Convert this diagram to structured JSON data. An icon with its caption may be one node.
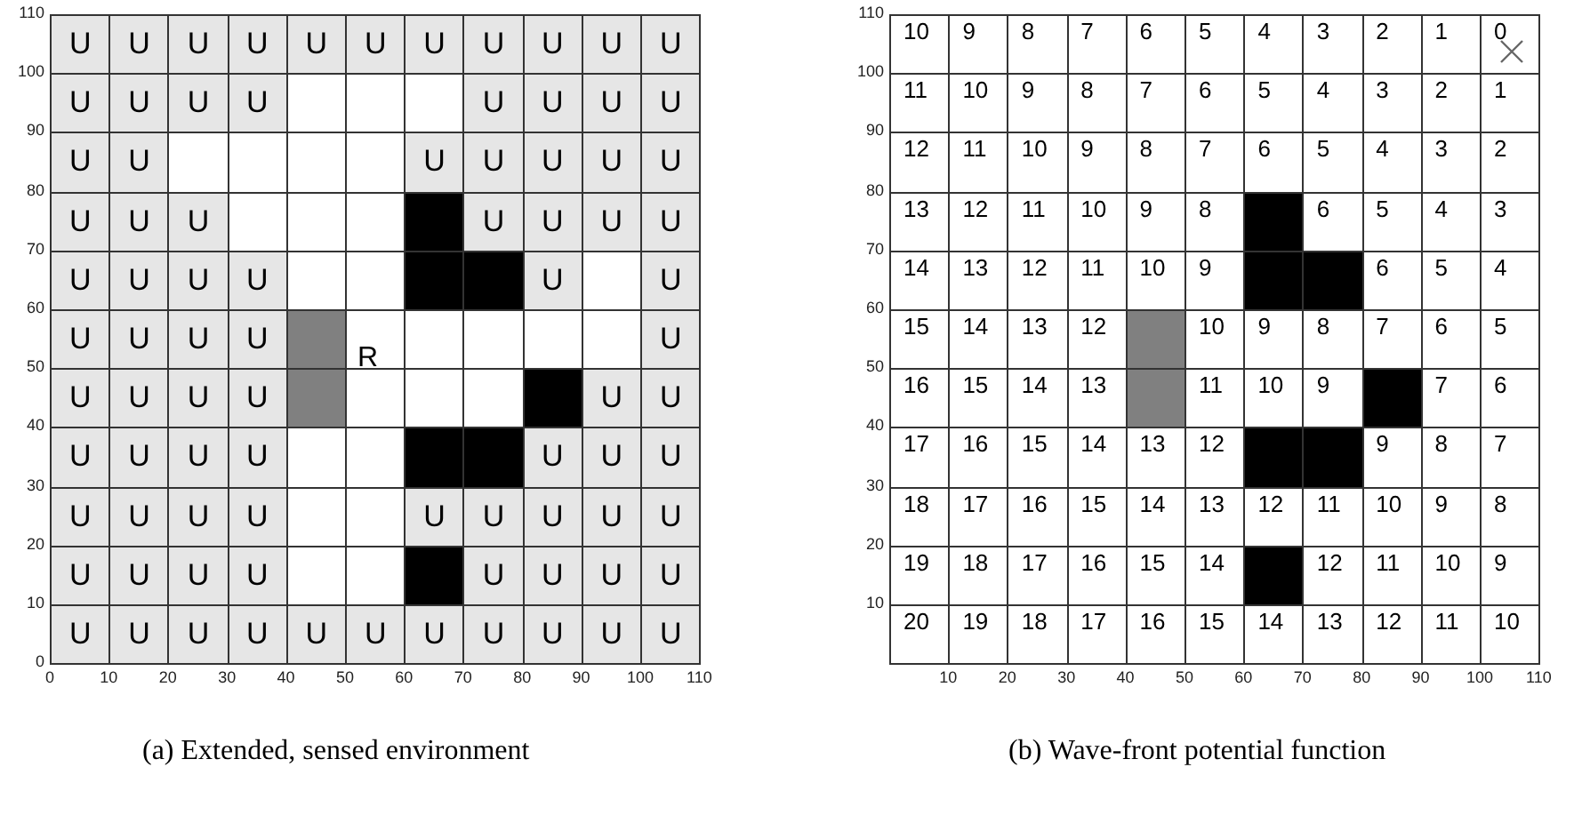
{
  "diagram": {
    "labels": [
      "110",
      "100",
      "90",
      "80",
      "70",
      "60",
      "50",
      "40",
      "30",
      "20",
      "10",
      "0",
      "U",
      "U",
      "U",
      "U",
      "U",
      "U",
      "U",
      "U",
      "U",
      "U",
      "U",
      "U",
      "U",
      "U",
      "U",
      "U",
      "U",
      "U",
      "U",
      "U",
      "U",
      "U",
      "U",
      "U",
      "U",
      "U",
      "U",
      "U",
      "U",
      "U",
      "U",
      "U",
      "U",
      "U",
      "U",
      "U",
      "U",
      "U",
      "U",
      "U",
      "U",
      "U",
      "U",
      "U",
      "U",
      "U",
      "U",
      "U",
      "U",
      "U",
      "U",
      "U",
      "U",
      "U",
      "U",
      "U",
      "U",
      "U",
      "U",
      "U",
      "U",
      "U",
      "U",
      "U",
      "U",
      "U",
      "U",
      "U",
      "U",
      "U",
      "U",
      "U",
      "U",
      "U",
      "U",
      "U",
      "U",
      "U",
      "U",
      "U",
      "U",
      "U",
      "U",
      "U",
      "U",
      "R",
      "0",
      "10",
      "20",
      "30",
      "40",
      "50",
      "60",
      "70",
      "80",
      "90",
      "100",
      "110",
      "110",
      "100",
      "90",
      "80",
      "70",
      "60",
      "50",
      "40",
      "30",
      "20",
      "10",
      "10",
      "9",
      "8",
      "7",
      "6",
      "5",
      "4",
      "3",
      "2",
      "1",
      "0",
      "11",
      "10",
      "9",
      "8",
      "7",
      "6",
      "5",
      "4",
      "3",
      "2",
      "1",
      "12",
      "11",
      "10",
      "9",
      "8",
      "7",
      "6",
      "5",
      "4",
      "3",
      "2",
      "13",
      "12",
      "11",
      "10",
      "9",
      "8",
      "6",
      "5",
      "4",
      "3",
      "14",
      "13",
      "12",
      "11",
      "10",
      "9",
      "6",
      "5",
      "4",
      "15",
      "14",
      "13",
      "12",
      "10",
      "9",
      "8",
      "7",
      "6",
      "5",
      "16",
      "15",
      "14",
      "13",
      "11",
      "10",
      "9",
      "7",
      "6",
      "17",
      "16",
      "15",
      "14",
      "13",
      "12",
      "9",
      "8",
      "7",
      "18",
      "17",
      "16",
      "15",
      "14",
      "13",
      "12",
      "11",
      "10",
      "9",
      "8",
      "19",
      "18",
      "17",
      "16",
      "15",
      "14",
      "12",
      "11",
      "10",
      "9",
      "20",
      "19",
      "18",
      "17",
      "16",
      "15",
      "14",
      "13",
      "12",
      "11",
      "10",
      "10",
      "20",
      "30",
      "40",
      "50",
      "60",
      "70",
      "80",
      "90",
      "100",
      "110",
      "(a) Extended, sensed environment",
      "(b) Wave-front potential function"
    ]
  }
}
